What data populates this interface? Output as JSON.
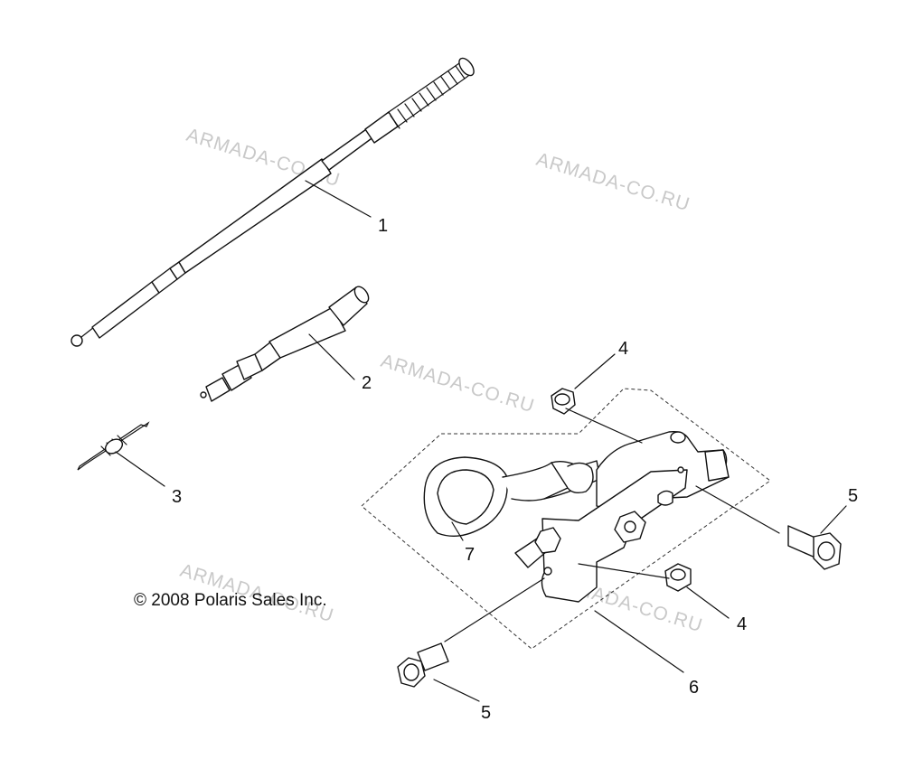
{
  "watermark": {
    "text": "ARMADA-CO.RU",
    "color": "#c9c9c9"
  },
  "copyright": "© 2008 Polaris Sales Inc.",
  "callouts": {
    "c1": "1",
    "c2": "2",
    "c3": "3",
    "c4a": "4",
    "c4b": "4",
    "c5a": "5",
    "c5b": "5",
    "c6": "6",
    "c7": "7"
  },
  "colors": {
    "line": "#111111",
    "background": "#ffffff"
  }
}
